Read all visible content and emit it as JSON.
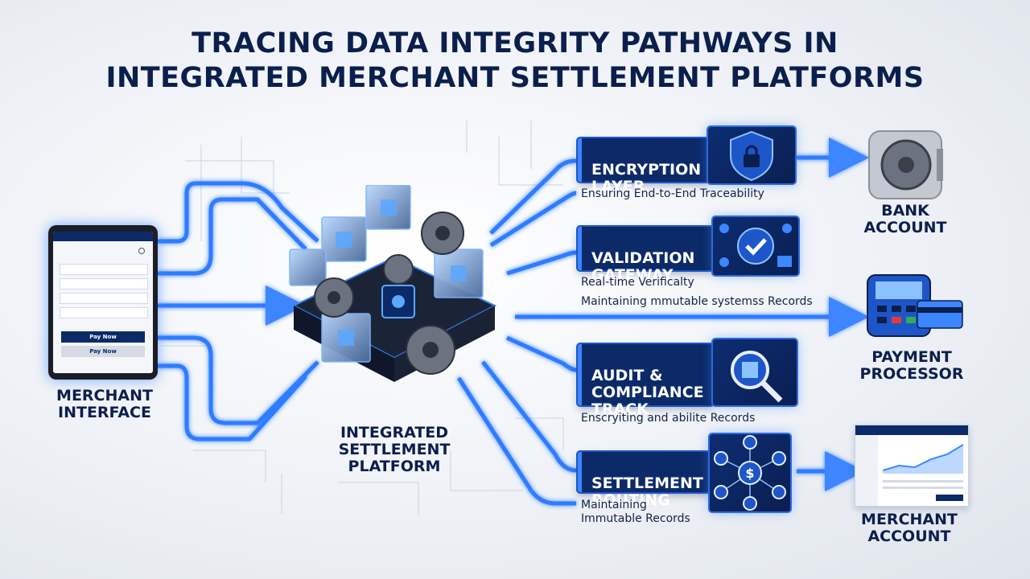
{
  "title": {
    "line1": "TRACING DATA INTEGRITY PATHWAYS IN",
    "line2": "INTEGRATED MERCHANT SETTLEMENT PLATFORMS"
  },
  "colors": {
    "navy": "#0b1f4d",
    "box": "#0c2a68",
    "accent": "#3c86ff",
    "glow": "#5aa8ff"
  },
  "merchant_interface": {
    "label": "MERCHANT\nINTERFACE",
    "button_primary": "Pay Now",
    "button_secondary": "Pay Now"
  },
  "platform": {
    "label": "INTEGRATED\nSETTLEMENT\nPLATFORM"
  },
  "layers": [
    {
      "title": "ENCRYPTION\nLAYER",
      "icon": "shield-lock-icon",
      "description": "Ensuring End-to-End Traceability"
    },
    {
      "title": "VALIDATION\nGATEWAY",
      "icon": "checkmark-network-icon",
      "description": "Real-time Verificalty"
    },
    {
      "title": "AUDIT &\nCOMPLIANCE\nTRACK",
      "icon": "magnifier-icon",
      "description": "Enscryiting and abilite Records"
    },
    {
      "title": "SETTLEMENT\nROUTING",
      "icon": "currency-network-icon",
      "description": "Maintaining\nImmutable Records"
    }
  ],
  "mid_text": "Maintaining mmutable systemss Records",
  "destinations": [
    {
      "label": "BANK\nACCOUNT",
      "icon": "bank-vault-icon"
    },
    {
      "label": "PAYMENT\nPROCESSOR",
      "icon": "card-terminal-icon"
    },
    {
      "label": "MERCHANT\nACCOUNT",
      "icon": "dashboard-icon"
    }
  ]
}
